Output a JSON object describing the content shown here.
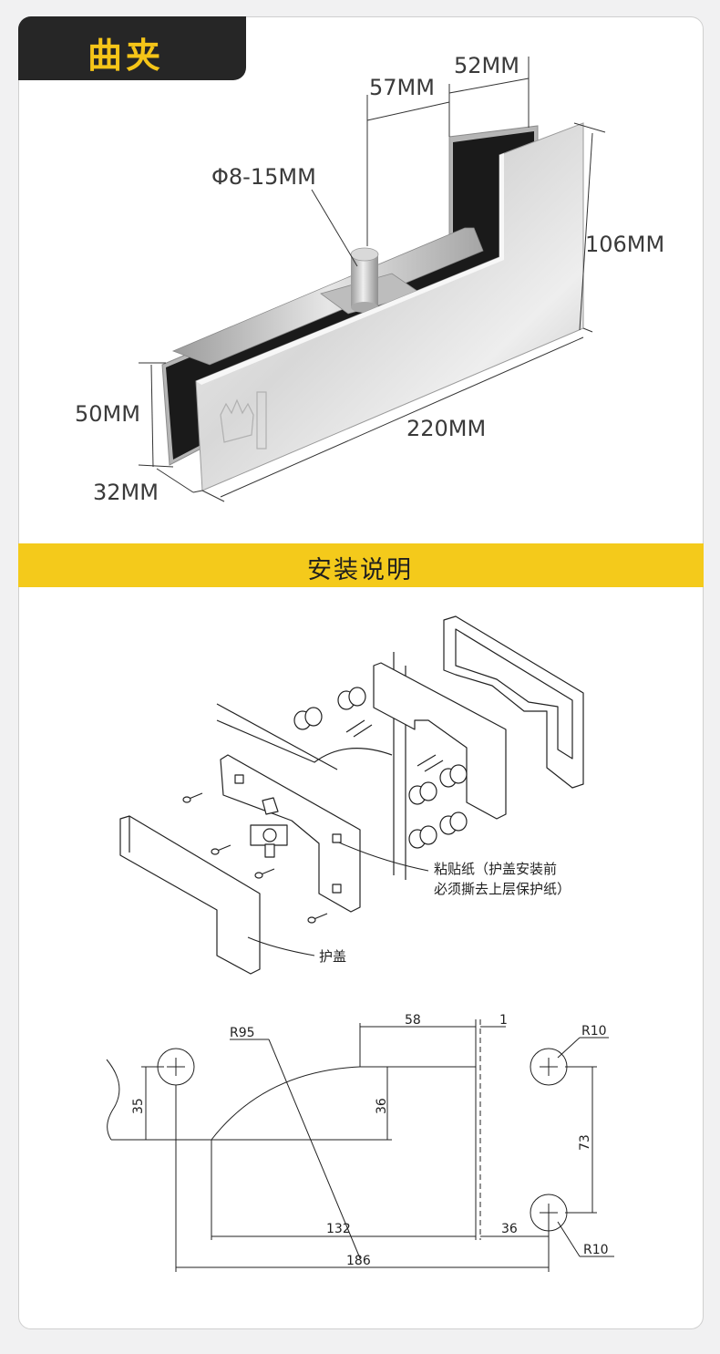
{
  "header": {
    "title": "曲夹"
  },
  "product_dimensions": {
    "d_57": "57MM",
    "d_52": "52MM",
    "d_pin": "Φ8-15MM",
    "d_106": "106MM",
    "d_50": "50MM",
    "d_220": "220MM",
    "d_32": "32MM"
  },
  "section": {
    "title": "安装说明"
  },
  "install_labels": {
    "sticker_line1": "粘贴纸（护盖安装前",
    "sticker_line2": "必须撕去上层保护纸）",
    "cover": "护盖"
  },
  "drawing_dims": {
    "r95": "R95",
    "d58": "58",
    "d1": "1",
    "r10_top": "R10",
    "d35": "35",
    "d36_v": "36",
    "d73": "73",
    "d132": "132",
    "d36_h": "36",
    "d186": "186",
    "r10_bottom": "R10"
  },
  "colors": {
    "band": "#f4ca1b",
    "tab": "#262626",
    "tab_text": "#f5c518"
  }
}
